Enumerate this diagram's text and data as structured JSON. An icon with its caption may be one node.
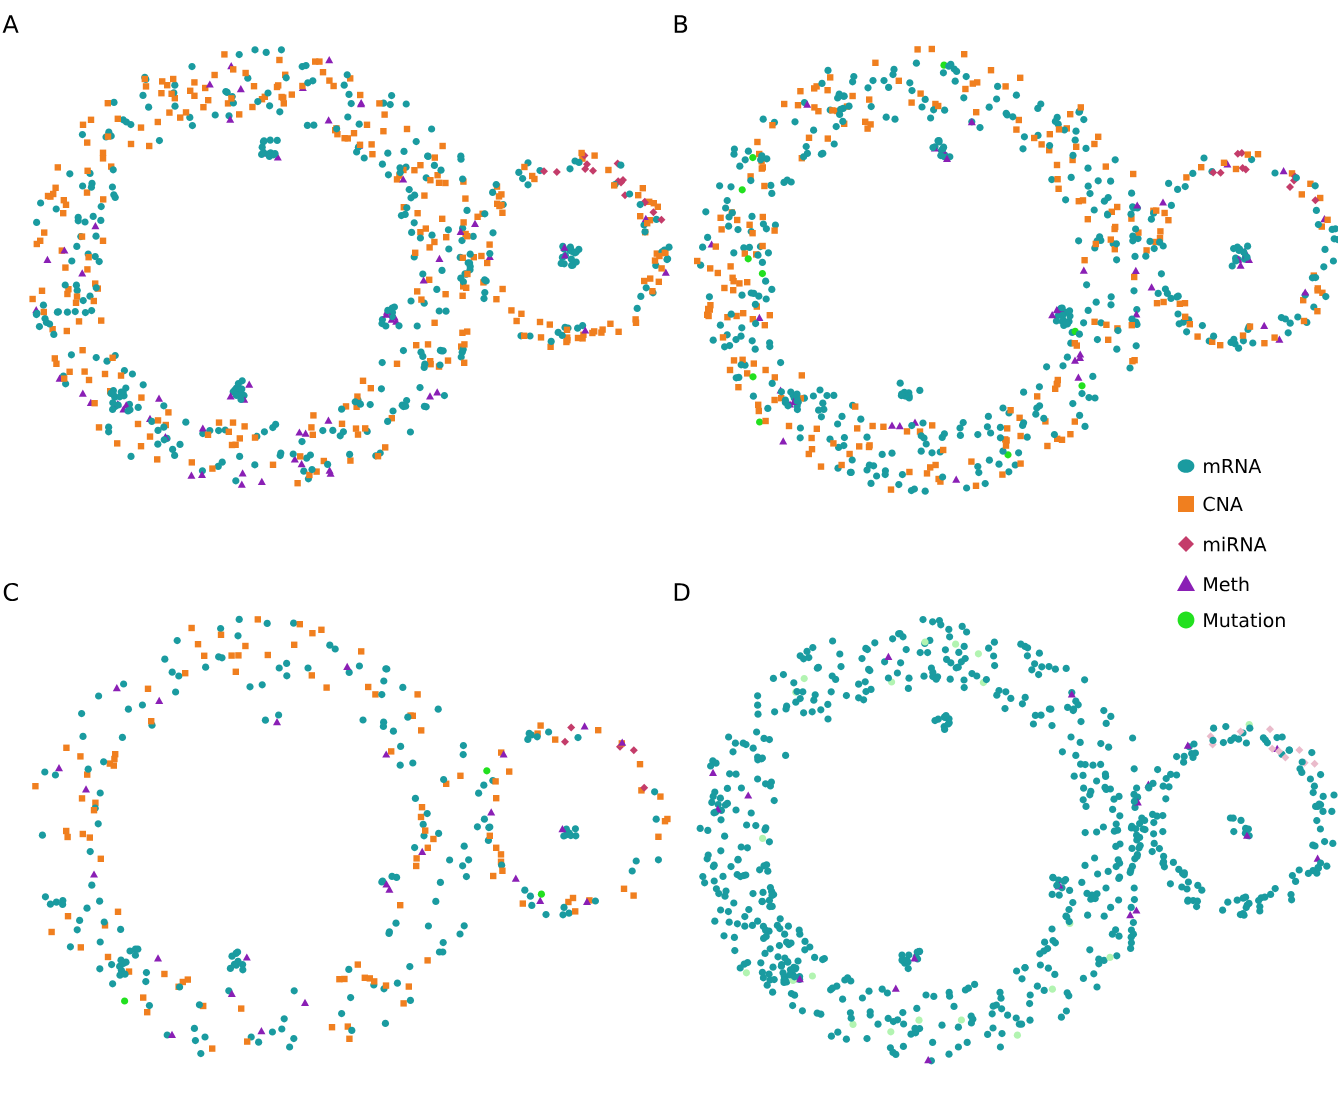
{
  "diagram": {
    "labels": [
      "A",
      "B",
      "C",
      "D"
    ],
    "legend": [
      {
        "text": "mRNA",
        "color": "#1a9ba0"
      },
      {
        "text": "CNA",
        "color": "#f07f1f"
      },
      {
        "text": "miRNA",
        "color": "#c43c6a"
      },
      {
        "text": "Meth",
        "color": "#8a1fb5"
      },
      {
        "text": "Mutation",
        "color": "#22e01f"
      }
    ]
  }
}
